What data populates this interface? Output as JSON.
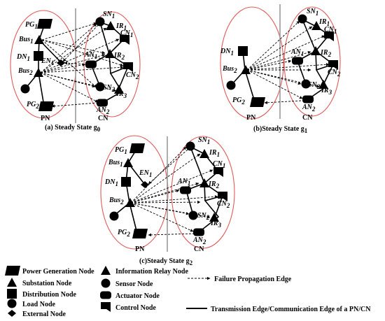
{
  "panels": {
    "a": {
      "caption": "(a) Steady State g",
      "caption_sub": "0",
      "pn_label": "PN",
      "cn_label": "CN",
      "nodes": {
        "pg1": "PG",
        "pg1_sub": "1",
        "bus1": "Bus",
        "bus1_sub": "1",
        "dn1": "DN",
        "dn1_sub": "1",
        "en1": "EN",
        "en1_sub": "1",
        "bus2": "Bus",
        "bus2_sub": "2",
        "pg2": "PG",
        "pg2_sub": "2",
        "sn1": "SN",
        "sn1_sub": "1",
        "ir1": "IR",
        "ir1_sub": "1",
        "cn1": "CN",
        "cn1_sub": "1",
        "an1": "AN",
        "an1_sub": "1",
        "ir2": "IR",
        "ir2_sub": "2",
        "cn2": "CN",
        "cn2_sub": "2",
        "sn2": "SN",
        "sn2_sub": "2",
        "ir3": "IR",
        "ir3_sub": "3",
        "an2": "AN",
        "an2_sub": "2"
      }
    },
    "b": {
      "caption": "(b)Steady State g",
      "caption_sub": "1",
      "pn_label": "PN",
      "cn_label": "CN",
      "nodes": {
        "dn1": "DN",
        "dn1_sub": "1",
        "bus2": "Bus",
        "bus2_sub": "2",
        "pg2": "PG",
        "pg2_sub": "2",
        "sn1": "SN",
        "sn1_sub": "1",
        "ir1": "IR",
        "ir1_sub": "1",
        "cn1": "CN",
        "cn1_sub": "1",
        "an1": "AN",
        "an1_sub": "1",
        "ir2": "IR",
        "ir2_sub": "2",
        "cn2": "CN",
        "cn2_sub": "2",
        "sn2": "SN",
        "sn2_sub": "2",
        "ir3": "IR",
        "ir3_sub": "3",
        "an2": "AN",
        "an2_sub": "2"
      }
    },
    "c": {
      "caption": "(c)Steady State g",
      "caption_sub": "2",
      "pn_label": "PN",
      "cn_label": "CN",
      "nodes": {
        "pg1": "PG",
        "pg1_sub": "1",
        "bus1": "Bus",
        "bus1_sub": "1",
        "dn1": "DN",
        "dn1_sub": "1",
        "en1": "EN",
        "en1_sub": "1",
        "bus2": "Bus",
        "bus2_sub": "2",
        "pg2": "PG",
        "pg2_sub": "2",
        "sn1": "SN",
        "sn1_sub": "1",
        "ir1": "IR",
        "ir1_sub": "1",
        "cn1": "CN",
        "cn1_sub": "1",
        "an1": "AN",
        "an1_sub": "1",
        "ir2": "IR",
        "ir2_sub": "2",
        "cn2": "CN",
        "cn2_sub": "2",
        "sn2": "SN",
        "sn2_sub": "2",
        "ir3": "IR",
        "ir3_sub": "3",
        "an2": "AN",
        "an2_sub": "2"
      }
    }
  },
  "legend": {
    "power_generation": "Power Generation Node",
    "substation": "Substation Node",
    "distribution": "Distribution Node",
    "load": "Load Node",
    "external": "External Node",
    "information_relay": "Information Relay Node",
    "sensor": "Sensor Node",
    "actuator": "Actuator Node",
    "control": "Control Node",
    "failure_edge": "Failure Propagation Edge",
    "transmission_edge": "Transmission Edge/Communication Edge of a PN/CN"
  },
  "colors": {
    "ellipse": "#e35a5a",
    "divider": "#9a9a9a",
    "node": "#000000"
  }
}
